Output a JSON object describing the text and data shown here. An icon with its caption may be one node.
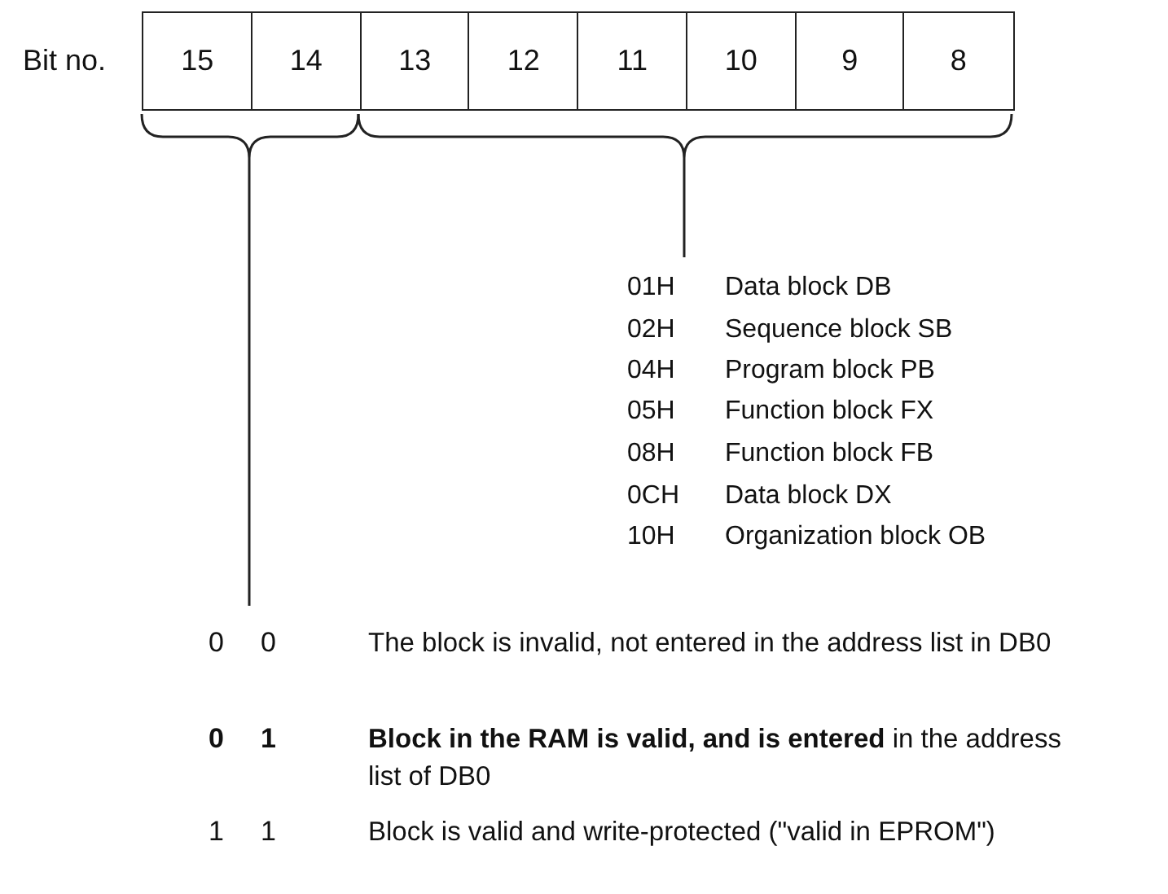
{
  "diagram": {
    "nodes": [
      {
        "text": [
          "15"
        ]
      },
      {
        "text": [
          "14"
        ]
      },
      {
        "text": [
          "13"
        ]
      },
      {
        "text": [
          "12"
        ]
      },
      {
        "text": [
          "11"
        ]
      },
      {
        "text": [
          "10"
        ]
      },
      {
        "text": [
          "9"
        ]
      },
      {
        "text": [
          "8"
        ]
      }
    ],
    "labels": [
      "Bit no.",
      "01H",
      "Data block DB",
      "02H",
      "Sequence block SB",
      "04H",
      "Program block PB",
      "05H",
      "Function block FX",
      "08H",
      "Function block FB",
      "0CH",
      "Data block DX",
      "10H",
      "Organization block OB",
      "0",
      "0",
      "The block is invalid, not entered in the address list in DB0",
      "0",
      "1",
      "**Block in the RAM is valid, and is entered** in the address list of DB0",
      "1",
      "1",
      "Block is valid and write-protected (\"valid in EPROM\")"
    ]
  }
}
